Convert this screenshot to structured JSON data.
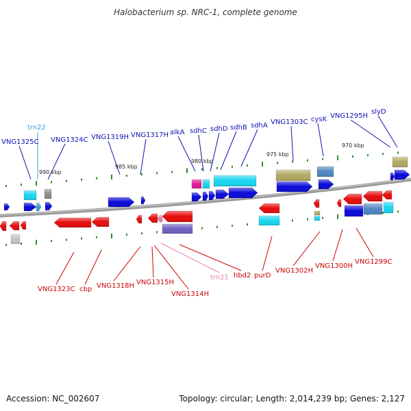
{
  "title": "Halobacterium sp. NRC-1, complete genome",
  "footer": {
    "accession": "Accession: NC_002607",
    "info": "Topology: circular; Length: 2,014,239 bp; Genes: 2,127"
  },
  "colors": {
    "forward_label": "#1010b0",
    "reverse_label": "#cc0000",
    "trna_forward": "#39a0d8",
    "trna_reverse": "#e680b0",
    "blue": "#0a0ad8",
    "red": "#e60b0b",
    "cyan": "#19d6f0",
    "khaki": "#b2a862",
    "steel": "#4f88c0",
    "magenta": "#e5199b",
    "gray": "#8c8c8c",
    "purple": "#7060c0",
    "backbone": "#808080",
    "tick": "#2a8a2a"
  },
  "scale_labels": [
    "990 kbp",
    "985 kbp",
    "980 kbp",
    "975 kbp",
    "970 kbp"
  ],
  "forward_labels": [
    "VNG1325C",
    "trn22",
    "VNG1324C",
    "VNG1319H",
    "VNG1317H",
    "alkA",
    "sdhC",
    "sdhD",
    "sdhB",
    "sdhA",
    "VNG1303C",
    "cysK",
    "VNG1295H",
    "slyD"
  ],
  "reverse_labels": [
    "VNG1323C",
    "cbp",
    "VNG1318H",
    "VNG1315H",
    "VNG1314H",
    "trn21",
    "hbd2",
    "purD",
    "VNG1302H",
    "VNG1300H",
    "VNG1299C"
  ]
}
